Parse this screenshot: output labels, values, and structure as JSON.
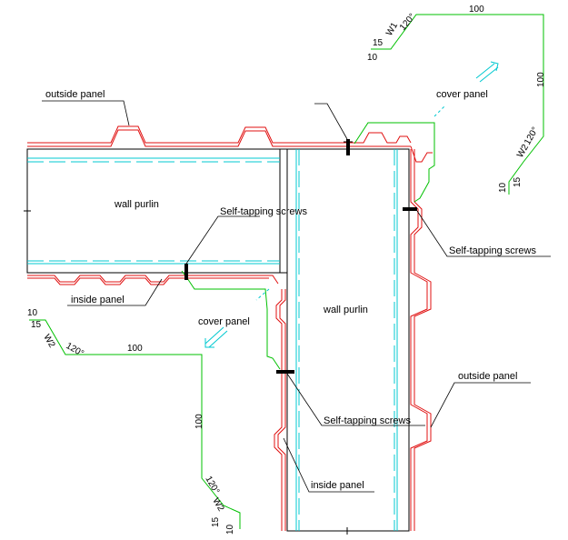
{
  "labels": {
    "outside_panel_top": "outside panel",
    "cover_panel_top": "cover panel",
    "wall_purlin_left": "wall purlin",
    "self_tapping_top": "Self-tapping screws",
    "self_tapping_right": "Self-tapping screws",
    "inside_panel_left": "inside panel",
    "cover_panel_mid": "cover panel",
    "wall_purlin_right": "wall purlin",
    "outside_panel_right": "outside panel",
    "self_tapping_mid": "Self-tapping screws",
    "inside_panel_bottom": "inside panel"
  },
  "detail_top": {
    "dim_100": "100",
    "dim_100_vertical": "100",
    "angle_a": "120°",
    "angle_b": "120°",
    "mark_a": "W1",
    "mark_b": "W2",
    "dim_15_a": "15",
    "dim_10_a": "10",
    "dim_15_b": "15",
    "dim_10_b": "10"
  },
  "detail_bottom": {
    "dim_100": "100",
    "dim_100_vertical": "100",
    "angle_a": "120°",
    "angle_b": "120°",
    "mark_a": "W2",
    "mark_b": "W2",
    "dim_15_a": "15",
    "dim_10_a": "10",
    "dim_15_b": "15",
    "dim_10_b": "10"
  },
  "colors": {
    "panel": "#e01010",
    "cover": "#00c000",
    "purlin_inner": "#00c8d0",
    "line": "#000000"
  }
}
